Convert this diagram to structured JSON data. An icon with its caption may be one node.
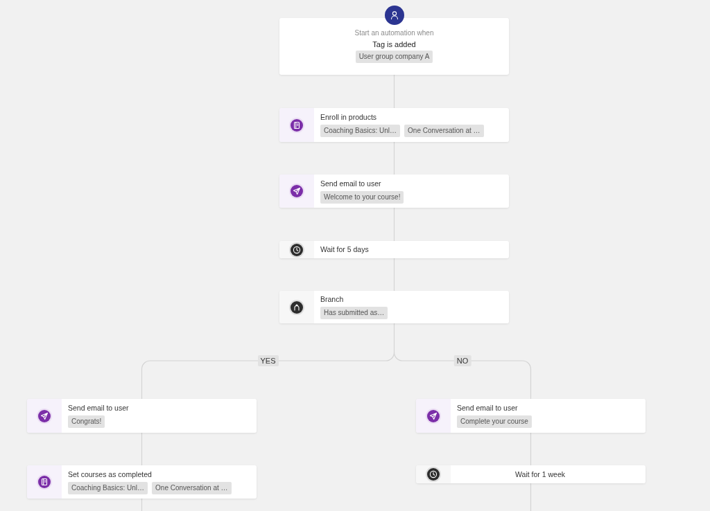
{
  "diagram": {
    "nodes": [
      {
        "text": [
          "Start an automation when",
          "Tag is added",
          "User group company A"
        ]
      },
      {
        "text": [
          "Enroll in products",
          "Coaching Basics: Unl…",
          "One Conversation at …"
        ]
      },
      {
        "text": [
          "Send email to user",
          "Welcome to your course!"
        ]
      },
      {
        "text": [
          "Wait for 5 days"
        ]
      },
      {
        "text": [
          "Branch",
          "Has submitted as…"
        ]
      },
      {
        "text": [
          "Send email to user",
          "Congrats!"
        ]
      },
      {
        "text": [
          "Set courses as completed",
          "Coaching Basics: Unl…",
          "One Conversation at …"
        ]
      },
      {
        "text": [
          "Send email to user",
          "Complete your course"
        ]
      },
      {
        "text": [
          "Wait for 1 week"
        ]
      }
    ],
    "edges": [
      {
        "from": 0,
        "to": 1,
        "arrow": "none"
      },
      {
        "from": 1,
        "to": 2,
        "arrow": "none"
      },
      {
        "from": 2,
        "to": 3,
        "arrow": "none"
      },
      {
        "from": 3,
        "to": 4,
        "arrow": "none"
      },
      {
        "from": 4,
        "to": 5,
        "arrow": "none",
        "label": "YES"
      },
      {
        "from": 4,
        "to": 7,
        "arrow": "none",
        "label": "NO"
      },
      {
        "from": 5,
        "to": 6,
        "arrow": "none"
      },
      {
        "from": 6,
        "to": null,
        "arrow": "none"
      },
      {
        "from": 7,
        "to": 8,
        "arrow": "none"
      },
      {
        "from": 8,
        "to": null,
        "arrow": "none"
      }
    ]
  }
}
